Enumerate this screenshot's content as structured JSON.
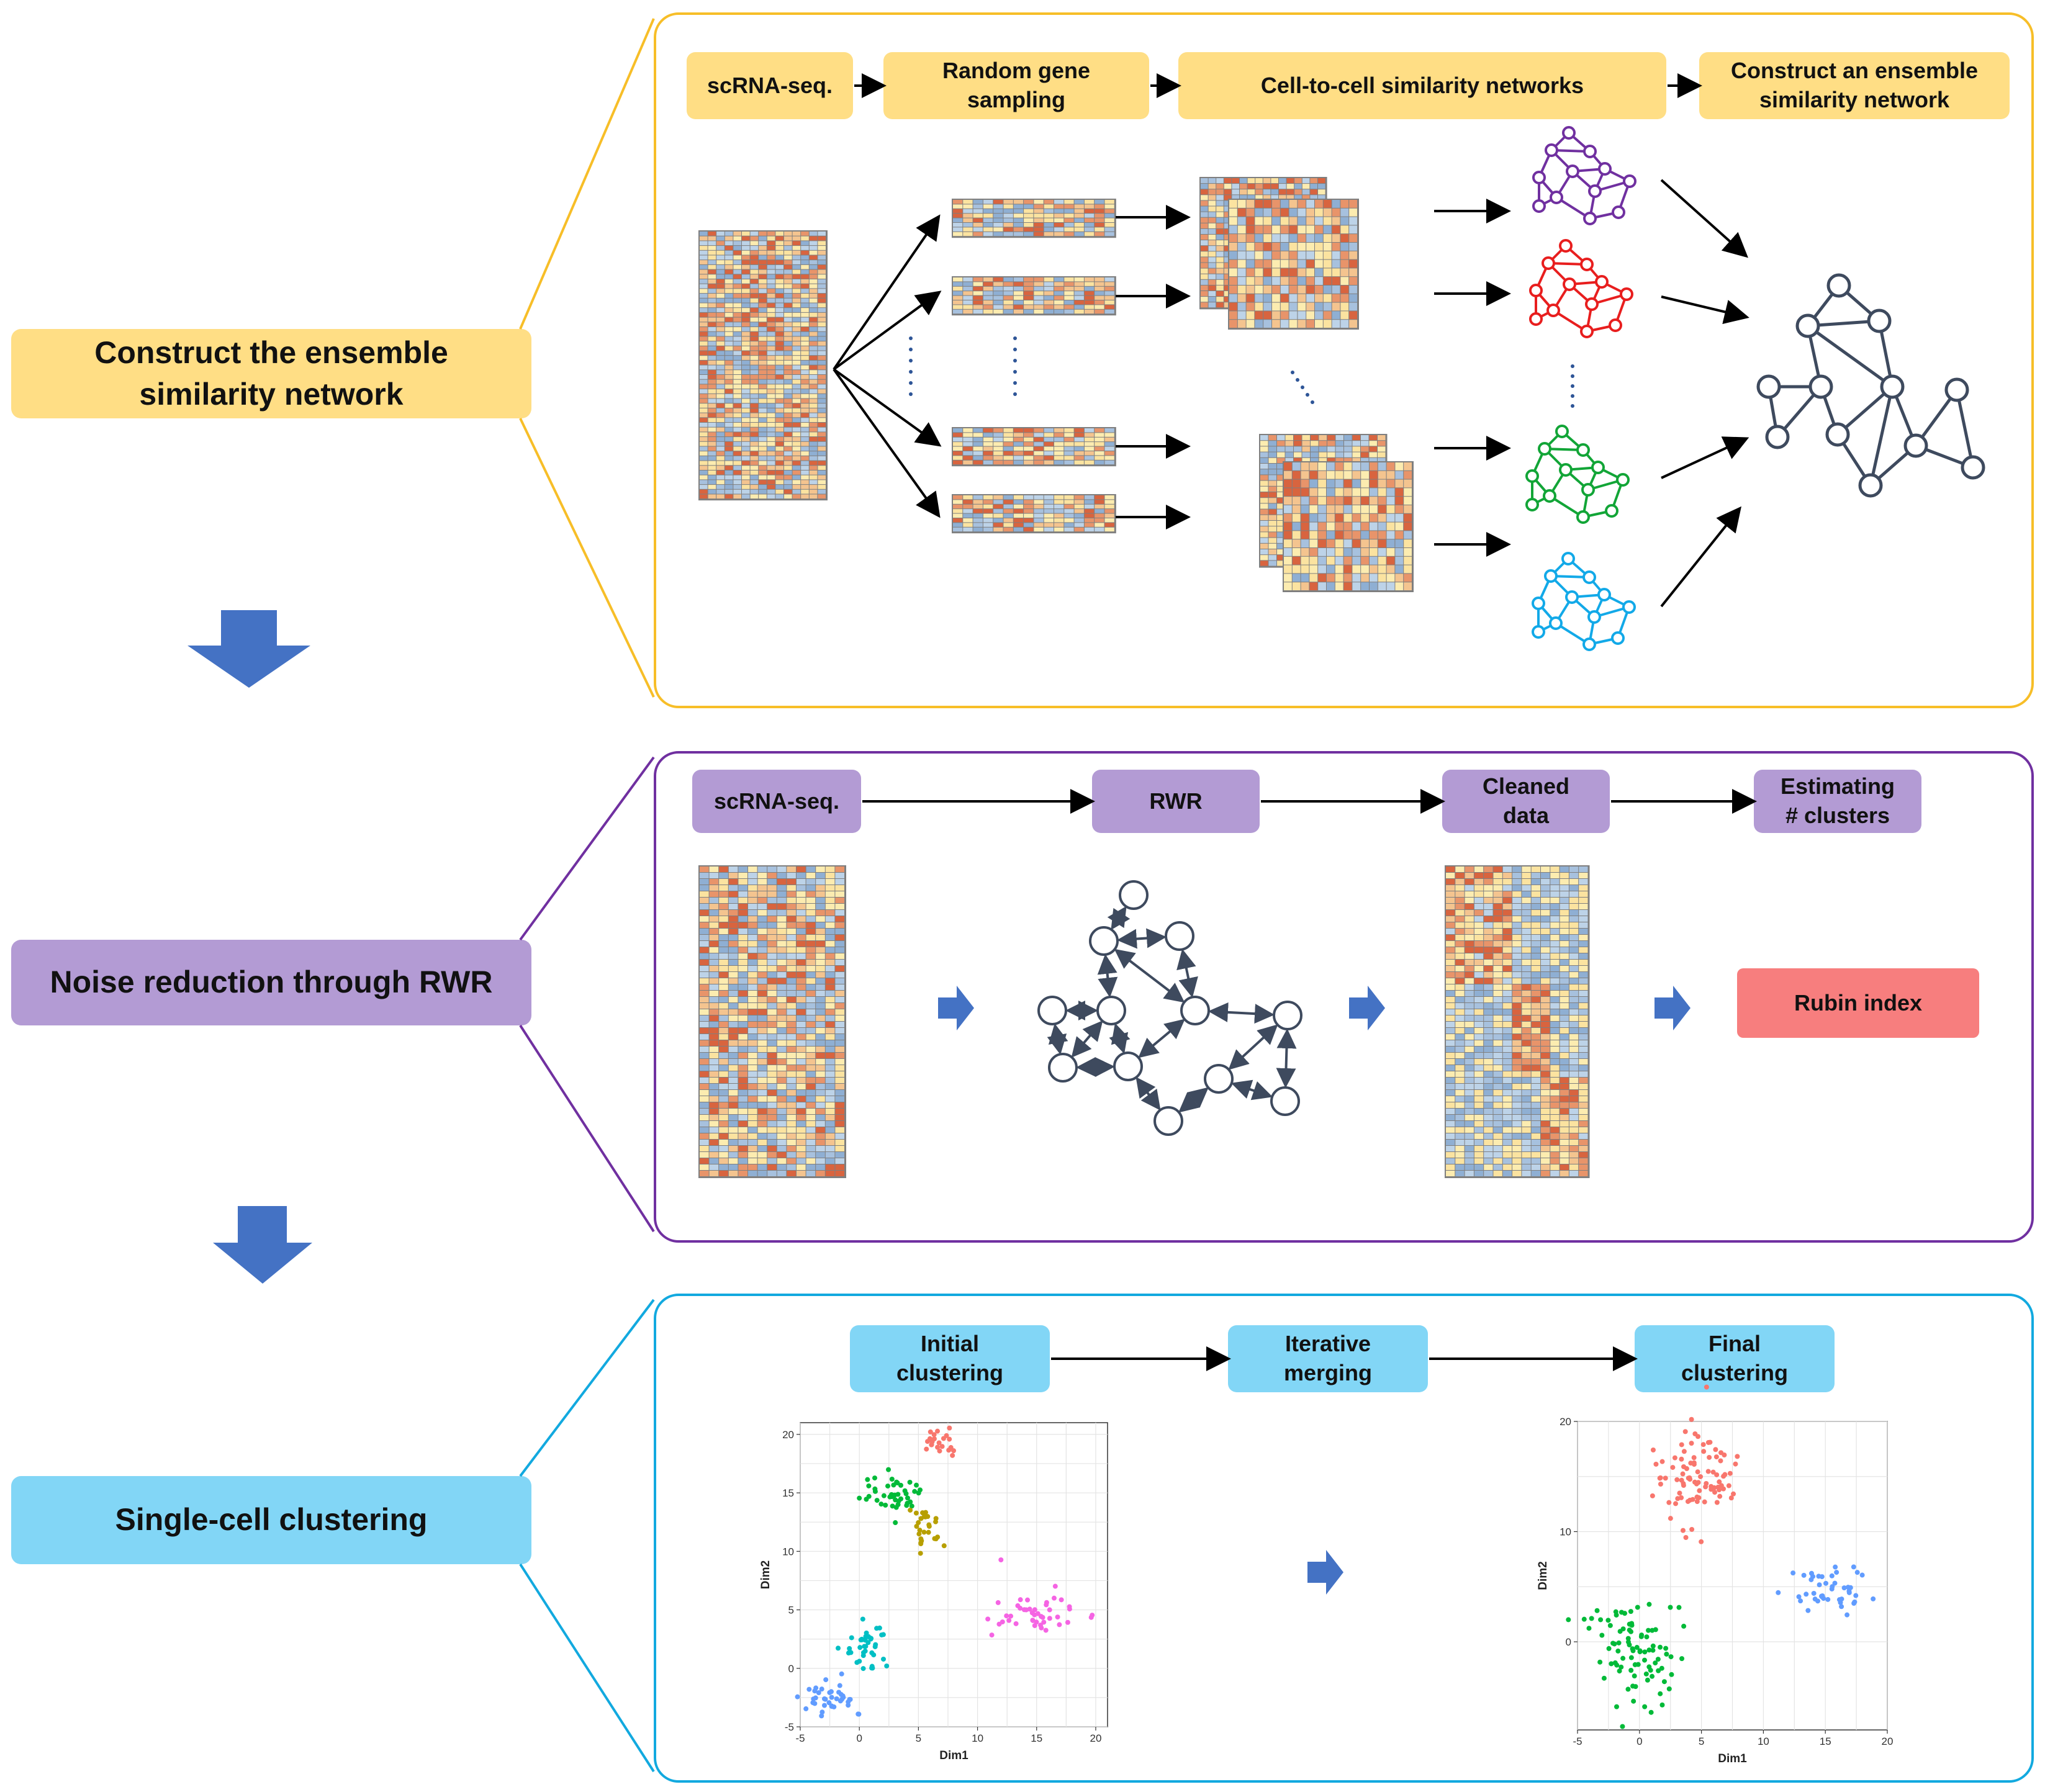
{
  "colors": {
    "yellow": "#FFDE85",
    "yellow_border": "#F7BE28",
    "purple": "#B39BD4",
    "purple_border": "#7030A0",
    "cyan": "#82D6F6",
    "cyan_border": "#12A9DF",
    "red_box": "#F77E7E",
    "blue_arrow": "#4472C4",
    "network_dark": "#3E4A5E",
    "net_purple": "#7030A0",
    "net_red": "#E81E1E",
    "net_green": "#12A537",
    "net_blue": "#12A9E8"
  },
  "stages": {
    "ensemble": {
      "label": "Construct the ensemble\nsimilarity network"
    },
    "rwr": {
      "label": "Noise reduction through RWR"
    },
    "clustering": {
      "label": "Single-cell clustering"
    }
  },
  "panel1": {
    "steps": [
      {
        "label": "scRNA-seq."
      },
      {
        "label": "Random gene\nsampling"
      },
      {
        "label": "Cell-to-cell similarity networks"
      },
      {
        "label": "Construct an ensemble\nsimilarity network"
      }
    ]
  },
  "panel2": {
    "steps": [
      {
        "label": "scRNA-seq."
      },
      {
        "label": "RWR"
      },
      {
        "label": "Cleaned\ndata"
      },
      {
        "label": "Estimating\n# clusters"
      }
    ],
    "rubin": {
      "label": "Rubin index"
    }
  },
  "panel3": {
    "steps": [
      {
        "label": "Initial\nclustering"
      },
      {
        "label": "Iterative\nmerging"
      },
      {
        "label": "Final\nclustering"
      }
    ]
  },
  "chart_data": [
    {
      "type": "scatter",
      "xlabel": "Dim1",
      "ylabel": "Dim2",
      "xlim": [
        -5,
        21
      ],
      "ylim": [
        -5,
        21
      ],
      "xticks": [
        -5,
        0,
        5,
        10,
        15,
        20
      ],
      "yticks": [
        -5,
        0,
        5,
        10,
        15,
        20
      ],
      "grid": true,
      "series": [
        {
          "color": "#F8766D",
          "cx": 6.8,
          "cy": 19.2,
          "sx": 0.7,
          "sy": 0.5,
          "n": 22
        },
        {
          "color": "#00BA38",
          "cx": 2.6,
          "cy": 14.8,
          "sx": 1.3,
          "sy": 1.0,
          "n": 45
        },
        {
          "color": "#B79F00",
          "cx": 5.8,
          "cy": 12.0,
          "sx": 0.7,
          "sy": 0.9,
          "n": 28
        },
        {
          "color": "#F564E3",
          "cx": 14.8,
          "cy": 4.6,
          "sx": 2.2,
          "sy": 0.9,
          "n": 45
        },
        {
          "color": "#00BFC4",
          "cx": 0.9,
          "cy": 1.8,
          "sx": 0.9,
          "sy": 0.9,
          "n": 40
        },
        {
          "color": "#619CFF",
          "cx": -2.2,
          "cy": -2.2,
          "sx": 1.1,
          "sy": 0.8,
          "n": 40
        }
      ]
    },
    {
      "type": "scatter",
      "xlabel": "Dim1",
      "ylabel": "Dim2",
      "xlim": [
        -5,
        20
      ],
      "ylim": [
        -8,
        20
      ],
      "xticks": [
        -5,
        0,
        5,
        10,
        15,
        20
      ],
      "yticks": [
        0,
        10,
        20
      ],
      "grid": true,
      "series": [
        {
          "color": "#F8766D",
          "cx": 4.5,
          "cy": 14.8,
          "sx": 1.6,
          "sy": 2.3,
          "n": 90
        },
        {
          "color": "#619CFF",
          "cx": 15.2,
          "cy": 4.8,
          "sx": 2.0,
          "sy": 1.3,
          "n": 45
        },
        {
          "color": "#00BA38",
          "cx": -0.5,
          "cy": -0.5,
          "sx": 1.7,
          "sy": 2.7,
          "n": 90
        }
      ]
    }
  ]
}
